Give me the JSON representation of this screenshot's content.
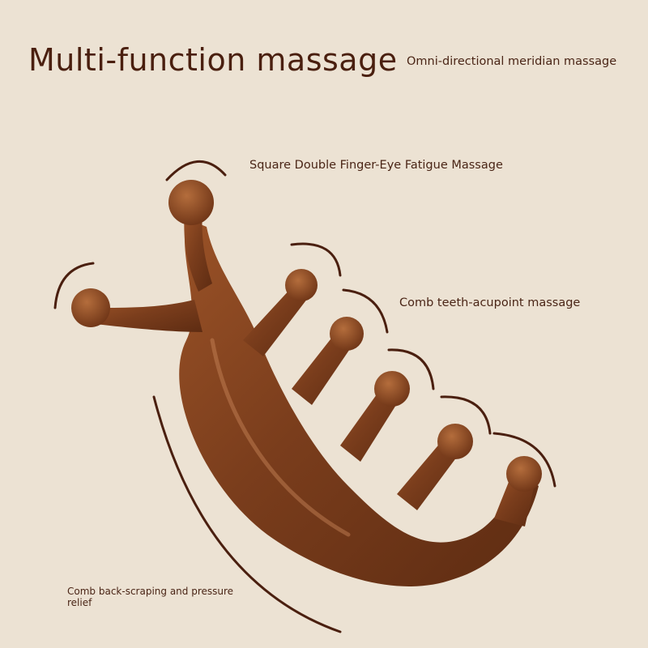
{
  "title": "Multi-function massage",
  "labels": {
    "meridian": "Omni-directional meridian massage",
    "eye": "Square Double Finger-Eye Fatigue Massage",
    "teeth": "Comb teeth-acupoint massage",
    "back": "Comb back-scraping and pressure relief"
  },
  "colors": {
    "background": "#ece2d3",
    "wood": "#7a3d1c",
    "wood_highlight": "#b06a3a",
    "text": "#4a2516"
  }
}
